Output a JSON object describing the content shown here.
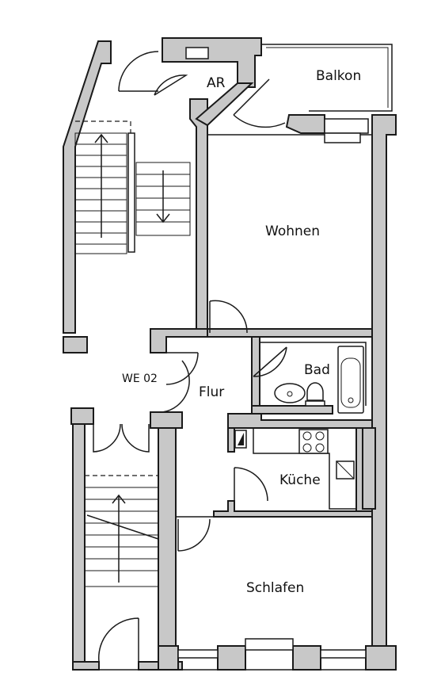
{
  "rooms": {
    "ar": "AR",
    "balkon": "Balkon",
    "wohnen": "Wohnen",
    "bad": "Bad",
    "flur": "Flur",
    "unit": "WE 02",
    "kueche": "Küche",
    "schlafen": "Schlafen"
  },
  "colors": {
    "wall_fill": "#c8c8c8",
    "line": "#1a1a1a",
    "background": "#ffffff"
  }
}
